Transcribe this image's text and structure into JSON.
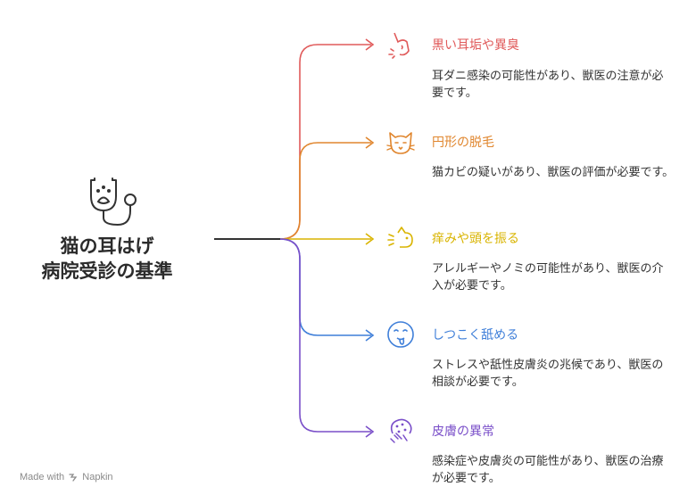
{
  "title": {
    "line1": "猫の耳はげ",
    "line2": "病院受診の基準"
  },
  "main_icon": "stethoscope-paw-icon",
  "items": [
    {
      "label": "黒い耳垢や異臭",
      "description": "耳ダニ感染の可能性があり、獣医の注意が必要です。",
      "color": "#e05a5a",
      "icon": "cat-ear-icon"
    },
    {
      "label": "円形の脱毛",
      "description": "猫カビの疑いがあり、獣医の評価が必要です。",
      "color": "#e0862e",
      "icon": "cat-face-icon"
    },
    {
      "label": "痒みや頭を振る",
      "description": "アレルギーやノミの可能性があり、獣医の介入が必要です。",
      "color": "#d9b400",
      "icon": "shaking-head-icon"
    },
    {
      "label": "しつこく舐める",
      "description": "ストレスや舐性皮膚炎の兆候であり、獣医の相談が必要です。",
      "color": "#3f7fd9",
      "icon": "licking-face-icon"
    },
    {
      "label": "皮膚の異常",
      "description": "感染症や皮膚炎の可能性があり、獣医の治療が必要です。",
      "color": "#7a4fc9",
      "icon": "skin-spots-icon"
    }
  ],
  "footer": {
    "made_with": "Made with",
    "brand": "Napkin"
  }
}
